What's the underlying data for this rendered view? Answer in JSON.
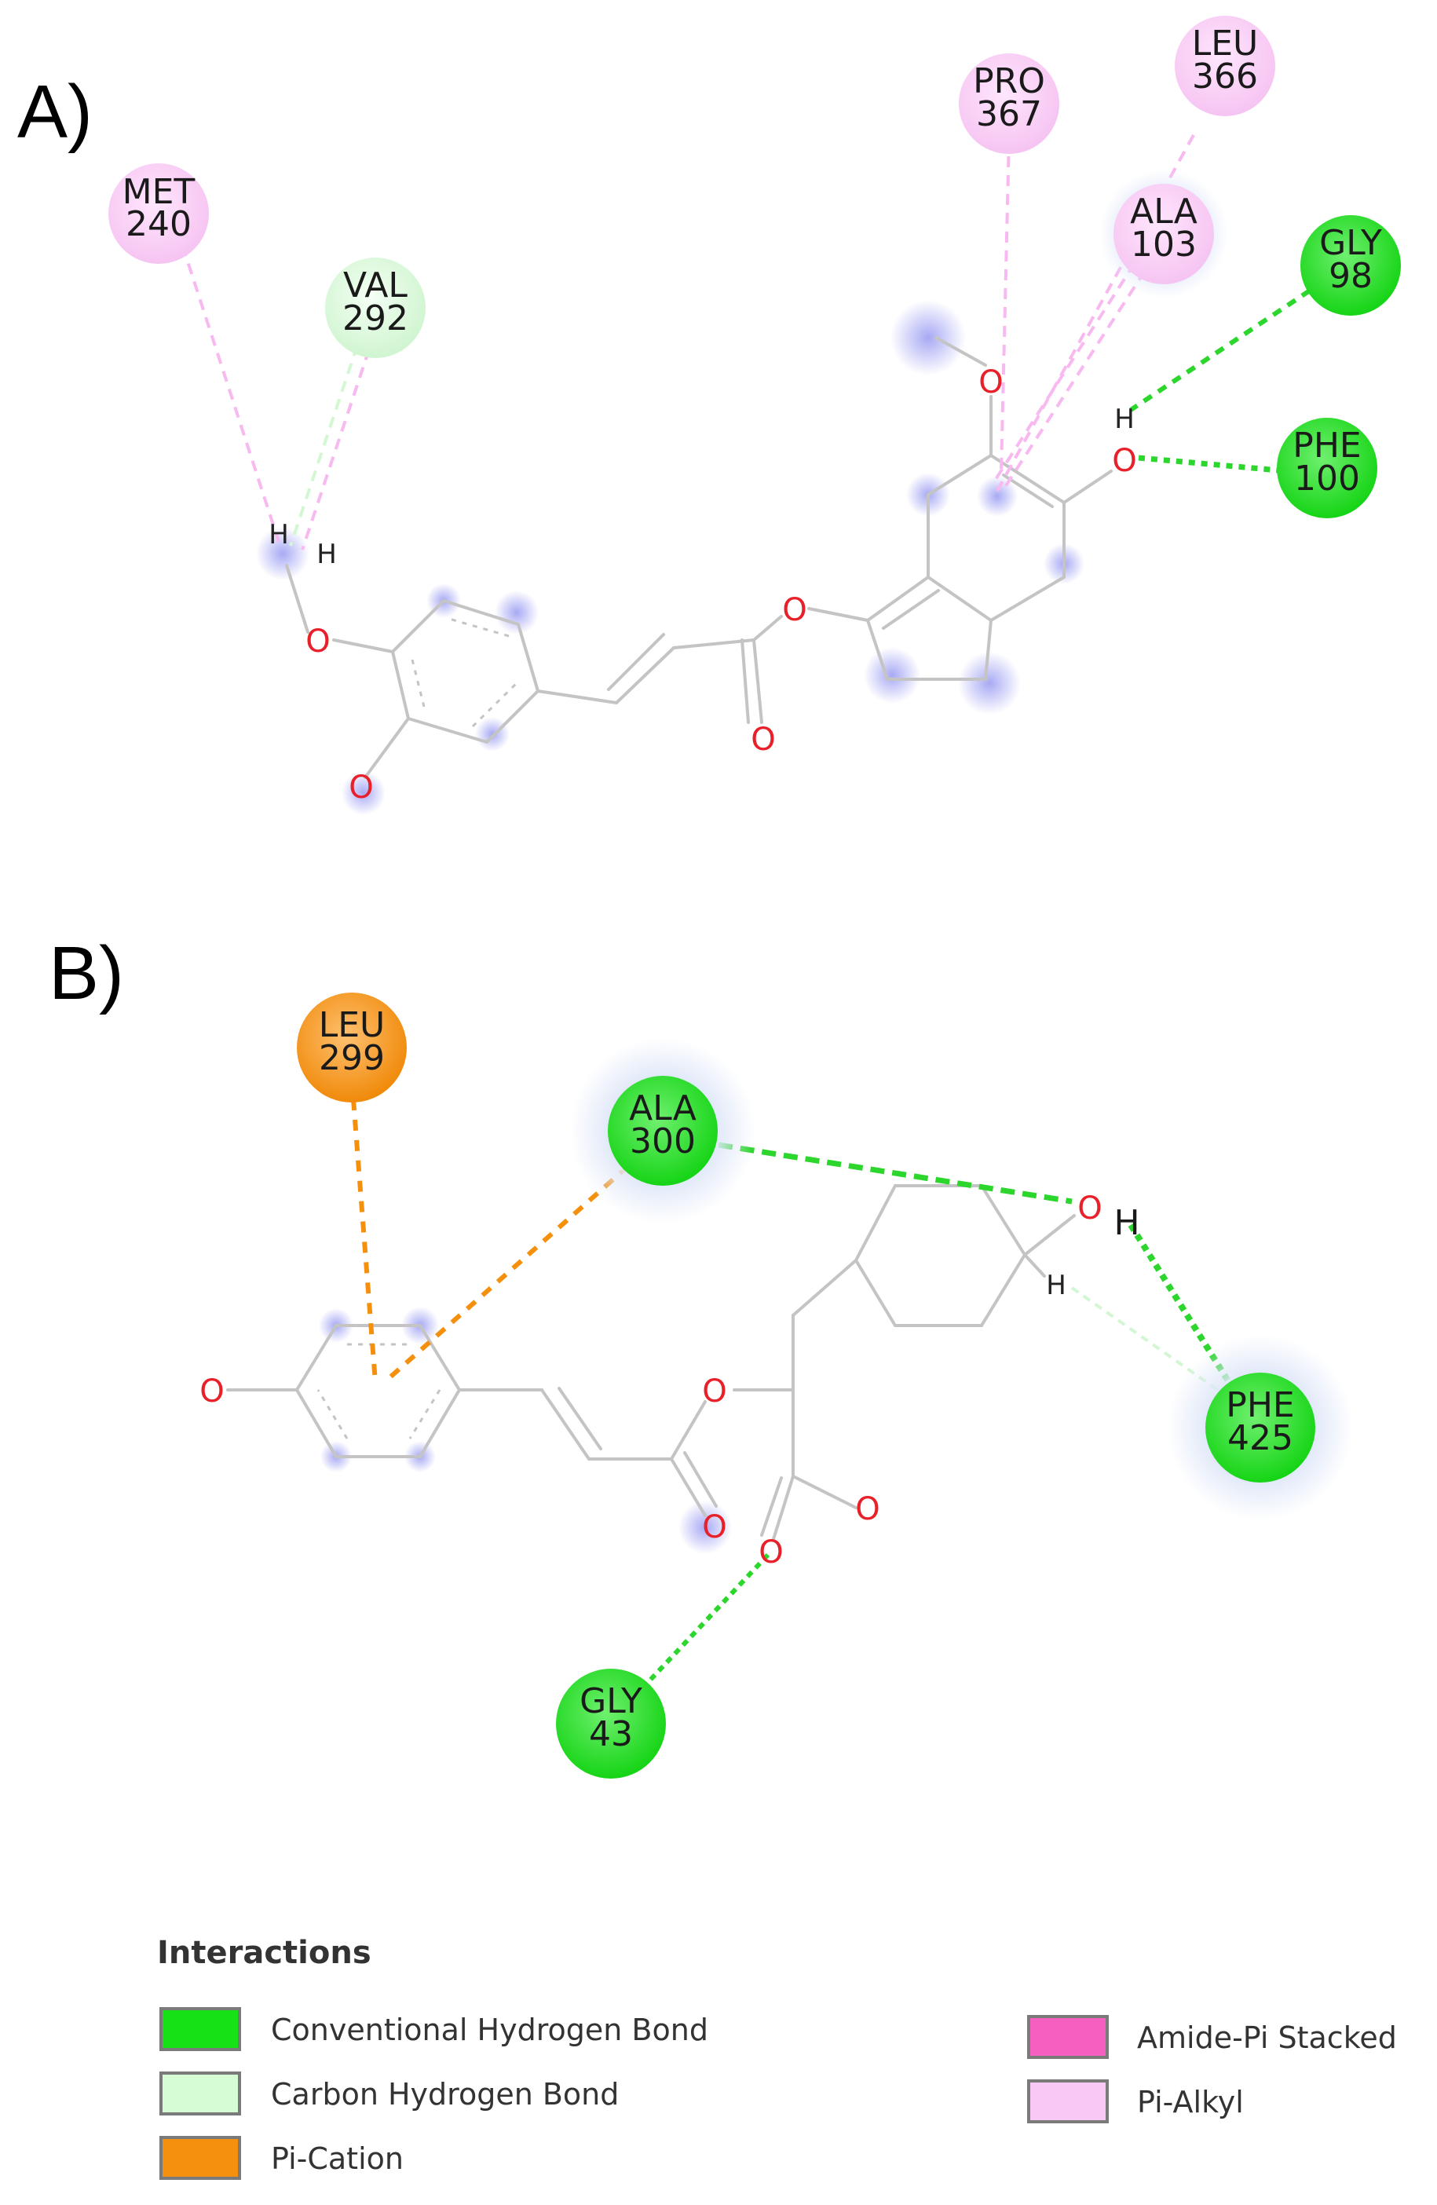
{
  "panels": {
    "a": "A)",
    "b": "B)"
  },
  "atoms": {
    "oxygen": "O",
    "hydrogen": "H"
  },
  "colors": {
    "conventional_hbond": "#16e016",
    "carbon_hbond": "#d6fcd6",
    "pi_cation": "#f5900f",
    "amide_pi_stacked": "#f560c0",
    "pi_alkyl": "#f9c8f5"
  },
  "residues_a": [
    {
      "name": "MET",
      "num": "240",
      "type": "pi_alkyl"
    },
    {
      "name": "VAL",
      "num": "292",
      "type": "carbon_hbond"
    },
    {
      "name": "PRO",
      "num": "367",
      "type": "pi_alkyl"
    },
    {
      "name": "LEU",
      "num": "366",
      "type": "pi_alkyl"
    },
    {
      "name": "ALA",
      "num": "103",
      "type": "pi_alkyl"
    },
    {
      "name": "GLY",
      "num": "98",
      "type": "conventional_hbond"
    },
    {
      "name": "PHE",
      "num": "100",
      "type": "conventional_hbond"
    }
  ],
  "residues_b": [
    {
      "name": "LEU",
      "num": "299",
      "type": "pi_cation"
    },
    {
      "name": "ALA",
      "num": "300",
      "type": "conventional_hbond"
    },
    {
      "name": "PHE",
      "num": "425",
      "type": "conventional_hbond"
    },
    {
      "name": "GLY",
      "num": "43",
      "type": "conventional_hbond"
    }
  ],
  "legend": {
    "title": "Interactions",
    "items": [
      {
        "label": "Conventional Hydrogen Bond",
        "type": "conventional_hbond"
      },
      {
        "label": "Carbon Hydrogen Bond",
        "type": "carbon_hbond"
      },
      {
        "label": "Pi-Cation",
        "type": "pi_cation"
      },
      {
        "label": "Amide-Pi Stacked",
        "type": "amide_pi_stacked"
      },
      {
        "label": "Pi-Alkyl",
        "type": "pi_alkyl"
      }
    ]
  }
}
